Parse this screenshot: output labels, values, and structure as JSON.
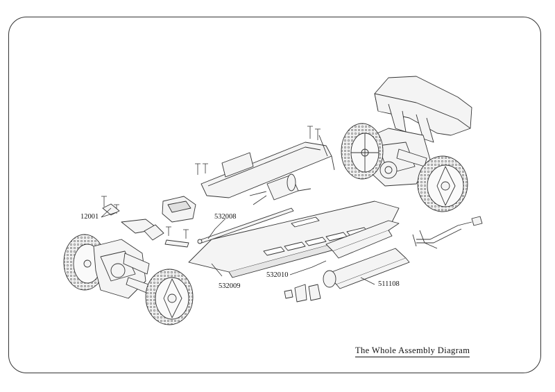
{
  "diagram": {
    "title": "The Whole Assembly Diagram",
    "part_labels": {
      "p12001": "12001",
      "p532008": "532008",
      "p532009": "532009",
      "p532010": "532010",
      "p511108": "511108"
    }
  },
  "colors": {
    "line": "#333333",
    "fill": "#f4f4f4",
    "tire": "#e8e8e8"
  }
}
